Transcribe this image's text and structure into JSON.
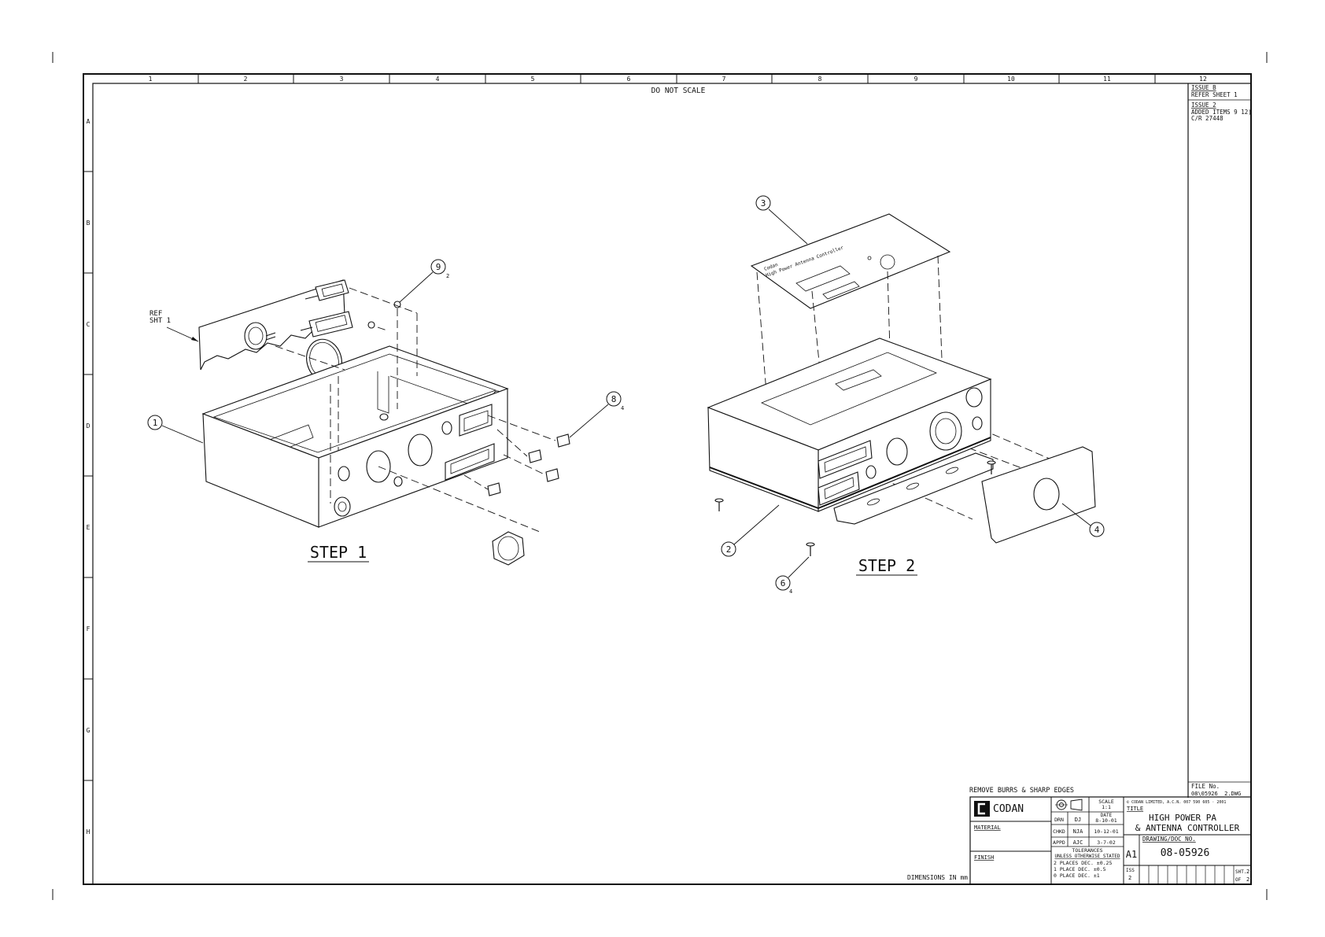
{
  "sheet": {
    "note_top": "DO NOT SCALE",
    "col_labels": [
      "1",
      "2",
      "3",
      "4",
      "5",
      "6",
      "7",
      "8",
      "9",
      "10",
      "11",
      "12"
    ],
    "row_labels": [
      "A",
      "B",
      "C",
      "D",
      "E",
      "F",
      "G",
      "H"
    ],
    "dimensions_note": "DIMENSIONS IN mm",
    "remove_burrs": "REMOVE BURRS & SHARP EDGES"
  },
  "revisions": {
    "issue_b_title": "ISSUE B",
    "issue_b_text": "REFER SHEET 1",
    "issue_2_title": "ISSUE 2",
    "issue_2_line1": "ADDED ITEMS 9 12)",
    "issue_2_line2": "C/R 27448"
  },
  "file": {
    "label": "FILE No.",
    "value": "08\\05926__2.DWG"
  },
  "steps": {
    "step1": "STEP 1",
    "step2": "STEP 2"
  },
  "callouts": {
    "ref_line1": "REF",
    "ref_line2": "SHT 1",
    "c1": "1",
    "c2": "2",
    "c3": "3",
    "c4": "4",
    "c6": "6",
    "c6_qty": "4",
    "c8": "8",
    "c8_qty": "4",
    "c9": "9",
    "c9_qty": "2"
  },
  "plate_text": {
    "line1": "Codan",
    "line2": "High Power Antenna Controller"
  },
  "title_block": {
    "company": "CODAN",
    "material_label": "MATERIAL",
    "finish_label": "FINISH",
    "scale_label": "SCALE",
    "scale_value": "1:1",
    "date_label": "DATE",
    "drn_label": "DRN",
    "drn_name": "DJ",
    "drn_date": "8-10-01",
    "chkd_label": "CHKD",
    "chkd_name": "NJA",
    "chkd_date": "10-12-01",
    "appd_label": "APPD",
    "appd_name": "AJC",
    "appd_date": "3-7-02",
    "tolerances_label": "TOLERANCES",
    "unless_label": "UNLESS OTHERWISE STATED",
    "tol1": "2 PLACES DEC.   ±0.25",
    "tol2": "1 PLACE DEC.     ±0.5",
    "tol3": "0 PLACE DEC.     ±1",
    "copyright": "© CODAN LIMITED, A.C.N. 007 590 605 · 2001",
    "title_label": "TITLE",
    "title_line1": "HIGH POWER PA",
    "title_line2": "& ANTENNA CONTROLLER",
    "doc_label": "DRAWING/DOC NO.",
    "size": "A1",
    "doc_no": "08-05926",
    "iss_label": "ISS",
    "iss_value": "2",
    "sht_label": "SHT.",
    "sht_value": "2",
    "of_label": "OF",
    "of_value": "2"
  }
}
